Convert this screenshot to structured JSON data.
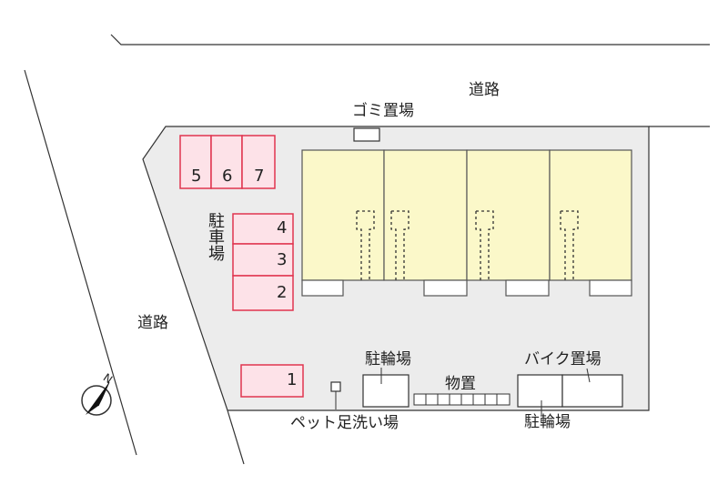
{
  "labels": {
    "road_top": "道路",
    "road_left": "道路",
    "garbage": "ゴミ置場",
    "parking_vertical": "駐車場",
    "bicycle_parking_1": "駐輪場",
    "storage": "物置",
    "bike_parking": "バイク置場",
    "bicycle_parking_2": "駐輪場",
    "pet_wash": "ペット足洗い場",
    "compass_north": "N"
  },
  "parking_spaces": {
    "top_row": [
      "5",
      "6",
      "7"
    ],
    "side_column": [
      "4",
      "3",
      "2"
    ],
    "bottom": "1"
  },
  "colors": {
    "parking_stroke": "#e0344f",
    "parking_fill": "#fde2e8",
    "building_fill": "#fbf8c9",
    "lot_fill": "#ececec",
    "line": "#333333"
  }
}
